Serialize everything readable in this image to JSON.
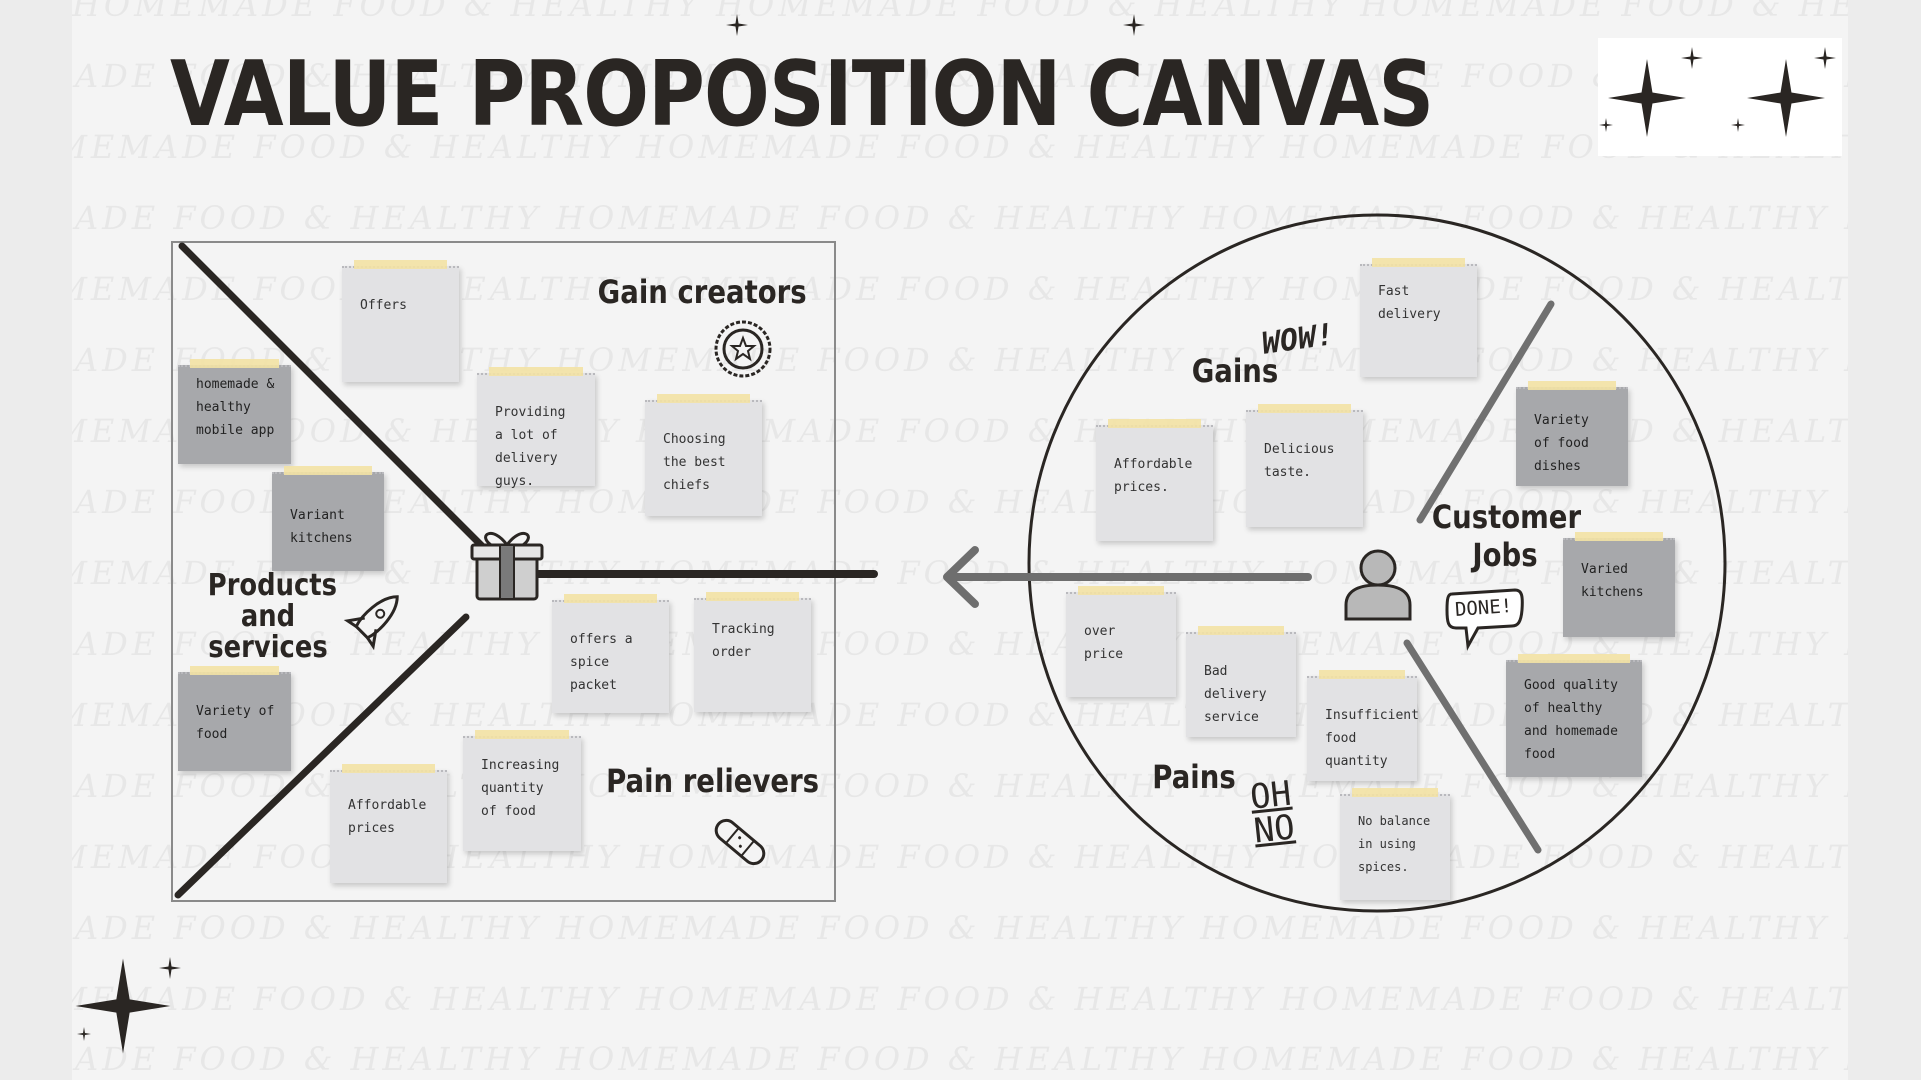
{
  "title": "VALUE PROPOSITION CANVAS",
  "watermark": "HOMEMADE FOOD & HEALTHY",
  "colors": {
    "background": "#f4f4f4",
    "ink": "#2a2623",
    "note_light": "#e2e2e4",
    "note_dark": "#a7a8ab",
    "tape": "#f3e2a4",
    "arrow": "#6e6e6e"
  },
  "value_map": {
    "gain_creators": {
      "label": "Gain creators",
      "icon": "star-badge-icon"
    },
    "products_services": {
      "label": "Products and services",
      "icon": "rocket-icon"
    },
    "pain_relievers": {
      "label": "Pain relievers",
      "icon": "bandage-icon"
    },
    "center_icon": "gift-icon",
    "notes": {
      "offers": "Offers",
      "homemade_app": "homemade & healthy mobile app",
      "providing_delivery": "Providing a lot of delivery guys.",
      "choosing_chiefs": "Choosing the best chiefs",
      "variant_kitchens": "Variant kitchens",
      "offers_spice_packet": "offers a spice packet",
      "tracking_order": "Tracking order",
      "variety_of_food": "Variety of food",
      "increasing_quantity": "Increasing quantity of food",
      "affordable_prices": "Affordable prices"
    }
  },
  "customer_profile": {
    "gains": {
      "label": "Gains",
      "doodle": "WOW!"
    },
    "customer_jobs": {
      "label": "Customer Jobs",
      "doodle": "DONE!"
    },
    "pains": {
      "label": "Pains",
      "doodle": "OH NO"
    },
    "center_icon": "user-icon",
    "notes": {
      "fast_delivery": "Fast delivery",
      "delicious_taste": "Delicious taste.",
      "affordable_prices": "Affordable prices.",
      "variety_dishes": "Variety of food dishes",
      "varied_kitchens": "Varied kitchens",
      "good_quality": "Good quality of healthy and homemade food",
      "over_price": "over price",
      "bad_delivery": "Bad delivery service",
      "insufficient_quantity": "Insufficient food quantity",
      "no_balance_spices": "No balance in using spices."
    }
  },
  "connector_icon": "arrow-left-icon",
  "decorations": [
    "sparkle-icon"
  ]
}
